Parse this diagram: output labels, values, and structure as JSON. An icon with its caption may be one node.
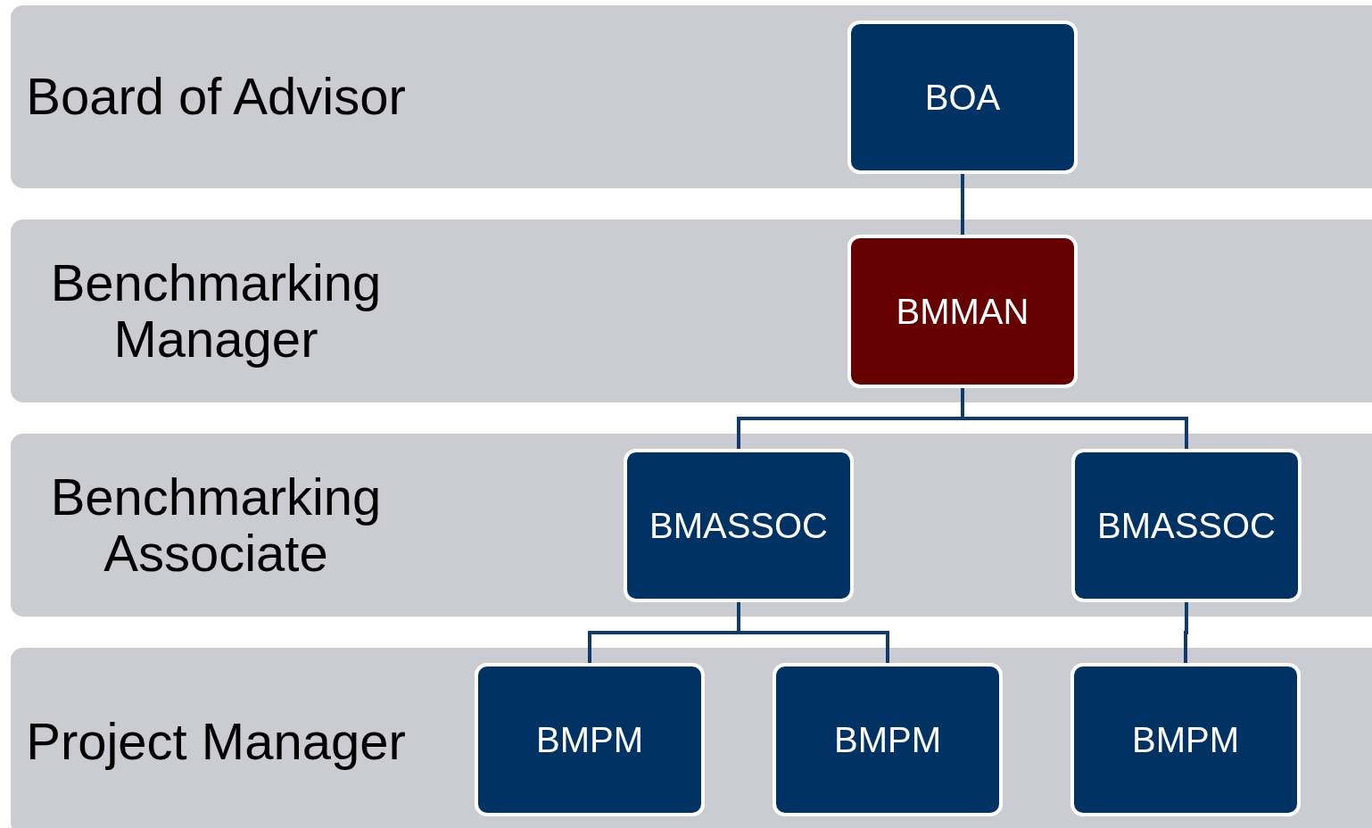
{
  "diagram": {
    "nodes": [
      {
        "text": [
          "Board of Advisor"
        ]
      },
      {
        "text": [
          "BOA"
        ],
        "in": 0
      },
      {
        "text": [
          "Benchmarking Manager"
        ]
      },
      {
        "text": [
          "BMMAN"
        ],
        "in": 2
      },
      {
        "text": [
          "Benchmarking Associate"
        ]
      },
      {
        "text": [
          "BMASSOC"
        ],
        "in": 4
      },
      {
        "text": [
          "BMASSOC"
        ],
        "in": 4
      },
      {
        "text": [
          "Project Manager"
        ]
      },
      {
        "text": [
          "BMPM"
        ],
        "in": 7
      },
      {
        "text": [
          "BMPM"
        ],
        "in": 7
      },
      {
        "text": [
          "BMPM"
        ],
        "in": 7
      }
    ],
    "edges": [
      {
        "from": 1,
        "to": 3,
        "arrow": "none"
      },
      {
        "from": 3,
        "to": 5,
        "arrow": "none"
      },
      {
        "from": 3,
        "to": 6,
        "arrow": "none"
      },
      {
        "from": 5,
        "to": 8,
        "arrow": "none"
      },
      {
        "from": 5,
        "to": 9,
        "arrow": "none"
      },
      {
        "from": 6,
        "to": 10,
        "arrow": "none"
      }
    ]
  }
}
